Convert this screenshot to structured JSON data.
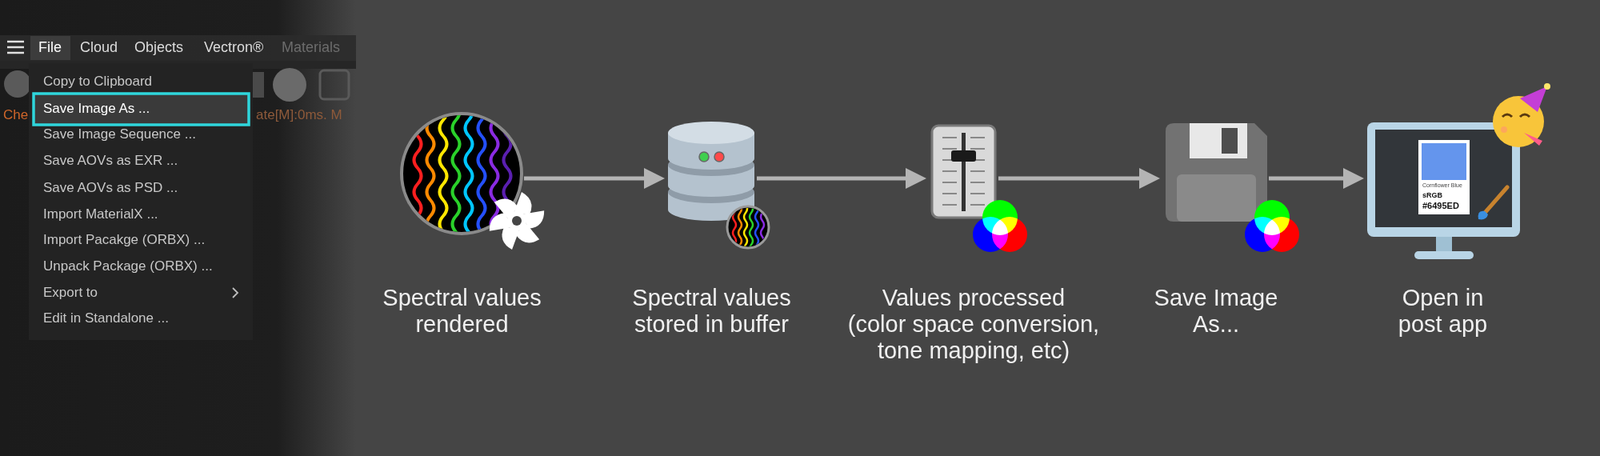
{
  "diagram": {
    "nodes": [
      {
        "text": [
          "Spectral values rendered"
        ]
      },
      {
        "text": [
          "Spectral values stored in buffer"
        ]
      },
      {
        "text": [
          "Values processed (color space conversion, tone mapping, etc)"
        ]
      },
      {
        "text": [
          "Save Image As..."
        ]
      },
      {
        "text": [
          "Open in post app"
        ]
      }
    ],
    "edges": [
      {
        "from": 0,
        "to": 1,
        "arrow": "to"
      },
      {
        "from": 1,
        "to": 2,
        "arrow": "to"
      },
      {
        "from": 2,
        "to": 3,
        "arrow": "to"
      },
      {
        "from": 3,
        "to": 4,
        "arrow": "to"
      }
    ],
    "labels": [
      "File",
      "Cloud",
      "Objects",
      "Vectron®",
      "Materials",
      "Copy to Clipboard",
      "Save Image As ...",
      "Save Image Sequence ...",
      "Save AOVs as EXR ...",
      "Save AOVs as PSD ...",
      "Import MaterialX ...",
      "Import Pacakge (ORBX) ...",
      "Unpack Package (ORBX) ...",
      "Export to",
      "Edit in Standalone ...",
      "Che",
      "ate[M]:0ms. M",
      "Cornflower Blue",
      "sRGB",
      "#6495ED"
    ]
  }
}
